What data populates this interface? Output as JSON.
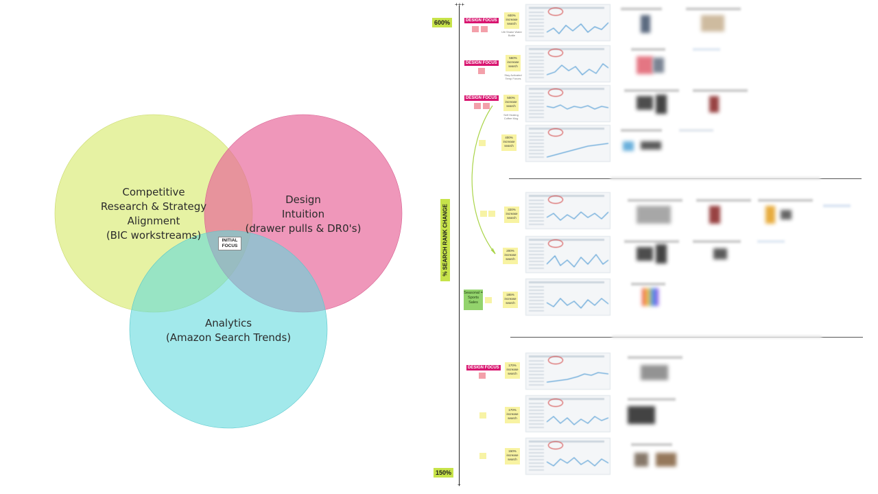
{
  "venn": {
    "research": {
      "line1": "Competitive",
      "line2": "Research & Strategy",
      "line3": "Alignment",
      "line4": "(BIC workstreams)"
    },
    "design": {
      "line1": "Design",
      "line2": "Intuition",
      "line3": "(drawer pulls & DR0's)"
    },
    "analytics": {
      "line1": "Analytics",
      "line2": "(Amazon Search Trends)"
    },
    "center_line1": "INITIAL",
    "center_line2": "FOCUS",
    "colors": {
      "research": "#dcec7d",
      "design": "#ea6f9f",
      "analytics": "#6fdde0"
    }
  },
  "board": {
    "axis_title": "% SEARCH RANK CHANGE",
    "axis_top_tick": "+++",
    "axis_bottom_tick": "+",
    "axis_top_value": "600%",
    "axis_bottom_value": "150%",
    "focus_label": "DESIGN FOCUS",
    "seasonal_note": "Seasonal = Sports Sales",
    "rows": [
      {
        "pct": "600%",
        "caption": "increase search"
      },
      {
        "pct": "560%",
        "caption": "increase search"
      },
      {
        "pct": "500%",
        "caption": "increase search"
      },
      {
        "pct": "400%",
        "caption": "increase search"
      },
      {
        "pct": "320%",
        "caption": "increase search"
      },
      {
        "pct": "200%",
        "caption": "increase search"
      },
      {
        "pct": "185%",
        "caption": "increase search"
      },
      {
        "pct": "170%",
        "caption": "increase search"
      },
      {
        "pct": "170%",
        "caption": "increase search"
      },
      {
        "pct": "150%",
        "caption": "increase search"
      }
    ],
    "small_notes": [
      "Ulti Shake Water Bottle",
      "Stay Activated Temp Forces",
      "Self Heating Coffee Mug"
    ],
    "colors": {
      "focus": "#d8146f",
      "tag": "#f3a0aa",
      "sticky": "#f8f3a2",
      "axis_badge": "#c7e34a",
      "seasonal": "#93d36c"
    }
  }
}
